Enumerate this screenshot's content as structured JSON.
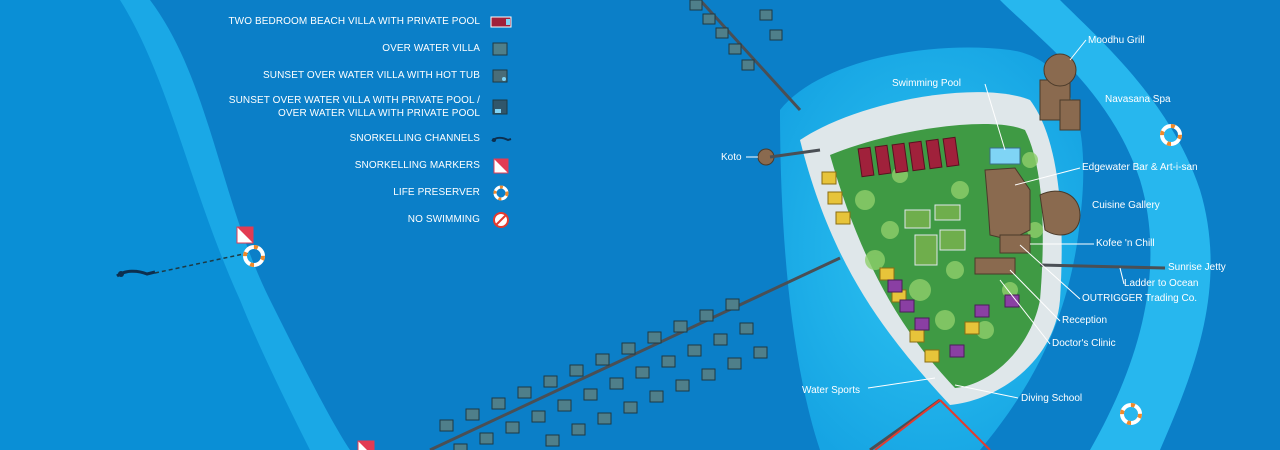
{
  "legend": {
    "items": [
      {
        "label": "TWO BEDROOM BEACH VILLA WITH PRIVATE POOL",
        "icon": "two-bedroom-villa-icon",
        "color": "#a0213b"
      },
      {
        "label": "OVER WATER VILLA",
        "icon": "over-water-villa-icon",
        "color": "#4f7f8a"
      },
      {
        "label": "SUNSET OVER WATER VILLA WITH HOT TUB",
        "icon": "sunset-villa-hot-tub-icon",
        "color": "#4a6d78"
      },
      {
        "label": "SUNSET OVER WATER VILLA WITH PRIVATE POOL /\nOVER WATER VILLA WITH PRIVATE POOL",
        "icon": "sunset-villa-private-pool-icon",
        "color": "#31566a"
      },
      {
        "label": "SNORKELLING CHANNELS",
        "icon": "snorkeller-icon",
        "color": "#0d2f4f"
      },
      {
        "label": "SNORKELLING MARKERS",
        "icon": "snorkelling-marker-icon",
        "color": "#e23b53"
      },
      {
        "label": "LIFE PRESERVER",
        "icon": "life-preserver-icon",
        "color": "#f08a2a"
      },
      {
        "label": "NO SWIMMING",
        "icon": "no-swimming-icon",
        "color": "#e33b2f"
      }
    ]
  },
  "places": {
    "moodhu_grill": "Moodhu Grill",
    "navasana_spa": "Navasana Spa",
    "swimming_pool": "Swimming Pool",
    "koto": "Koto",
    "edgewater_bar": "Edgewater Bar & Art-i-san",
    "cuisine_gallery": "Cuisine Gallery",
    "kofee_n_chill": "Kofee 'n Chill",
    "sunrise_jetty": "Sunrise Jetty",
    "ladder_to_ocean": "Ladder to Ocean",
    "outrigger_trading": "OUTRIGGER Trading Co.",
    "reception": "Reception",
    "doctors_clinic": "Doctor's Clinic",
    "water_sports": "Water Sports",
    "diving_school": "Diving School"
  },
  "colors": {
    "ocean": "#0a8fd6",
    "lagoon": "#1fb2ea",
    "sand": "#dfe7ea",
    "vegetation": "#3f9a44",
    "building": "#8a6a4f",
    "villa_red": "#a0213b",
    "villa_yellow": "#e7c43a",
    "villa_purple": "#8a3fa3",
    "jetty": "#4a4f55"
  }
}
